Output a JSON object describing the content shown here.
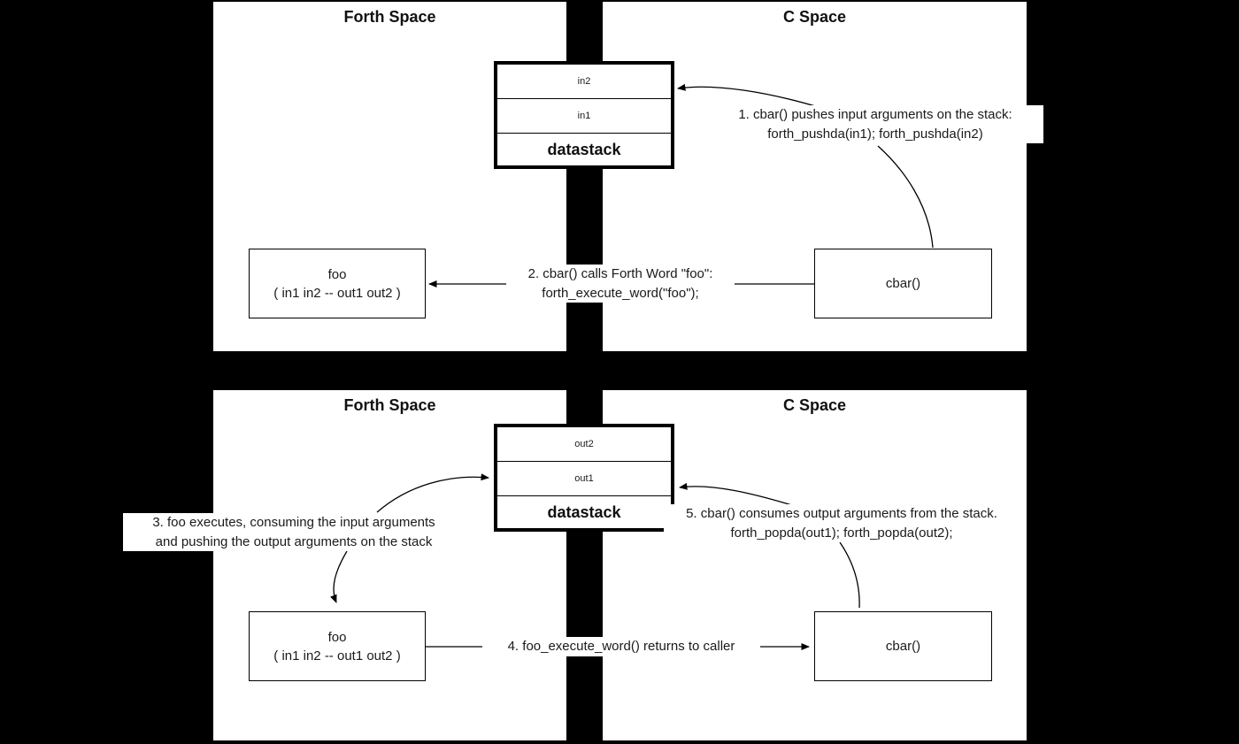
{
  "colors": {
    "background": "#000000",
    "panel_fill": "#ffffff",
    "stroke": "#000000",
    "text": "#1a1a1a"
  },
  "top_row": {
    "forth_panel_title": "Forth Space",
    "c_panel_title": "C Space",
    "datastack": {
      "cells": [
        "in2",
        "in1"
      ],
      "label": "datastack"
    },
    "foo_box": {
      "name": "foo",
      "stack_effect": "( in1 in2 -- out1 out2 )"
    },
    "cbar_box": {
      "label": "cbar()"
    },
    "step1": {
      "line1": "1. cbar() pushes input arguments on the stack:",
      "line2": "forth_pushda(in1); forth_pushda(in2)"
    },
    "step2": {
      "line1": "2. cbar() calls Forth Word \"foo\":",
      "line2": "forth_execute_word(\"foo\");"
    }
  },
  "bottom_row": {
    "forth_panel_title": "Forth Space",
    "c_panel_title": "C Space",
    "datastack": {
      "cells": [
        "out2",
        "out1"
      ],
      "label": "datastack"
    },
    "foo_box": {
      "name": "foo",
      "stack_effect": "( in1 in2 -- out1 out2 )"
    },
    "cbar_box": {
      "label": "cbar()"
    },
    "step3": {
      "line1": "3. foo executes, consuming the input arguments",
      "line2": "and pushing the output arguments on the stack"
    },
    "step4": {
      "line1": "4. foo_execute_word() returns to caller"
    },
    "step5": {
      "line1": "5. cbar() consumes output arguments from the stack.",
      "line2": "forth_popda(out1); forth_popda(out2);"
    }
  }
}
